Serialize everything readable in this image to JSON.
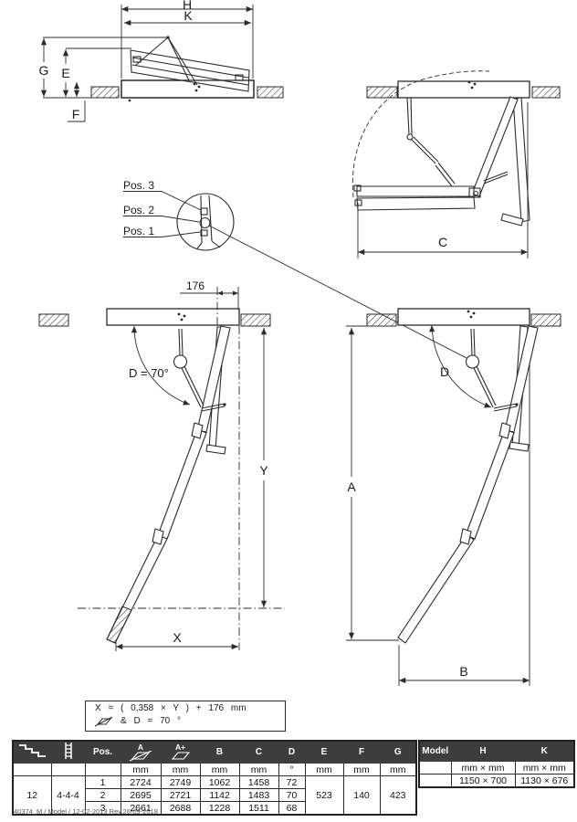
{
  "colors": {
    "line": "#2b2b2b",
    "header_bg": "#3d3d3d",
    "header_text": "#ffffff",
    "text": "#1a1a1a",
    "footer_text": "#555555"
  },
  "icons": {
    "stairs": "stairs-icon",
    "ladder": "ladder-icon",
    "floor_plane_strike": "floor-plane-strike-icon",
    "floor_plane": "floor-plane-icon"
  },
  "diagram_labels": {
    "h": "H",
    "k": "K",
    "g": "G",
    "e": "E",
    "f": "F",
    "c": "C",
    "pos3": "Pos. 3",
    "pos2": "Pos. 2",
    "pos1": "Pos. 1",
    "dim176": "176",
    "angle": "D = 70°",
    "y": "Y",
    "x": "X",
    "d": "D",
    "a": "A",
    "b": "B"
  },
  "formula": {
    "line1": "X = ( 0,358 × Y ) + 176 mm",
    "line2": "& D = 70 °"
  },
  "table": {
    "left": {
      "header": {
        "pos": "Pos.",
        "a": "A",
        "aplus": "A+",
        "b": "B",
        "c": "C",
        "d": "D",
        "e": "E",
        "f": "F",
        "g": "G"
      },
      "units": {
        "a": "mm",
        "aplus": "mm",
        "b": "mm",
        "c": "mm",
        "d": "°",
        "e": "mm",
        "f": "mm",
        "g": "mm"
      },
      "steps": "12",
      "config": "4-4-4",
      "rows": [
        {
          "pos": "1",
          "a": "2724",
          "aplus": "2749",
          "b": "1062",
          "c": "1458",
          "d": "72"
        },
        {
          "pos": "2",
          "a": "2695",
          "aplus": "2721",
          "b": "1142",
          "c": "1483",
          "d": "70"
        },
        {
          "pos": "3",
          "a": "2661",
          "aplus": "2688",
          "b": "1228",
          "c": "1511",
          "d": "68"
        }
      ],
      "e": "523",
      "f": "140",
      "g": "423"
    },
    "right": {
      "header": {
        "model": "Model",
        "h": "H",
        "k": "K"
      },
      "units": {
        "h": "mm × mm",
        "k": "mm × mm"
      },
      "row": {
        "h": "1150 × 700",
        "k": "1130 × 676"
      }
    }
  },
  "footer": {
    "doc_ref": "40374_M / Model / 12-02-2013 Rev.26-09-2018"
  }
}
